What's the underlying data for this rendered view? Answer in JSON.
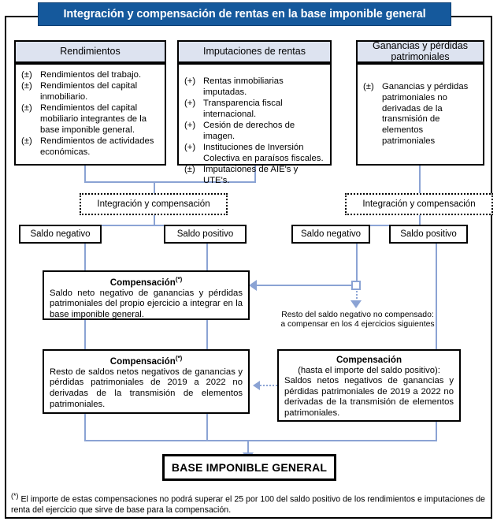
{
  "title": "Integración y compensación de rentas en la base imponible general",
  "colors": {
    "banner_bg": "#15599c",
    "banner_text": "#ffffff",
    "box_header_bg": "#dde3f0",
    "connector": "#8ba3d4",
    "border": "#000000"
  },
  "columns": [
    {
      "header": "Rendimientos",
      "items": [
        {
          "sign": "(±)",
          "text": "Rendimientos del trabajo."
        },
        {
          "sign": "(±)",
          "text": "Rendimientos del capital inmobiliario."
        },
        {
          "sign": "(±)",
          "text": "Rendimientos del capital mobiliario integrantes de la base imponible general."
        },
        {
          "sign": "(±)",
          "text": "Rendimientos de actividades económicas."
        }
      ]
    },
    {
      "header": "Imputaciones de rentas",
      "items": [
        {
          "sign": "(+)",
          "text": "Rentas inmobiliarias imputadas."
        },
        {
          "sign": "(+)",
          "text": "Transparencia fiscal internacional."
        },
        {
          "sign": "(+)",
          "text": "Cesión de derechos de imagen."
        },
        {
          "sign": "(+)",
          "text": "Instituciones de Inversión Colectiva en paraísos fiscales."
        },
        {
          "sign": "(±)",
          "text": "Imputaciones de AIE's y UTE's."
        }
      ]
    },
    {
      "header": "Ganancias y pérdidas patrimoniales",
      "items": [
        {
          "sign": "(±)",
          "text": "Ganancias y pérdidas patrimoniales no derivadas de la transmisión de elementos patrimoniales"
        }
      ]
    }
  ],
  "integracion_left": "Integración y compensación",
  "integracion_right": "Integración y compensación",
  "saldos": {
    "left_negative": "Saldo negativo",
    "left_positive": "Saldo positivo",
    "right_negative": "Saldo negativo",
    "right_positive": "Saldo positivo"
  },
  "compensacion_1": {
    "title": "Compensación",
    "mark": "(*)",
    "body": "Saldo neto negativo de ganancias y pérdidas patrimoniales del propio ejercicio a integrar en la base imponible general."
  },
  "compensacion_2": {
    "title": "Compensación",
    "mark": "(*)",
    "body": "Resto de saldos netos negativos de ganancias y pérdidas patrimoniales de 2019 a 2022 no derivadas de la transmisión de elementos patrimoniales."
  },
  "compensacion_3": {
    "title": "Compensación",
    "subtitle": "(hasta el importe del saldo positivo):",
    "body": "Saldos netos negativos de ganancias y pérdidas patrimoniales de 2019 a 2022 no derivadas de la transmisión de elementos patrimoniales."
  },
  "resto_note": "Resto del saldo negativo no compensado: a compensar en los 4 ejercicios siguientes",
  "final_box": "BASE IMPONIBLE GENERAL",
  "footnote": {
    "mark": "(*)",
    "text": "El importe de estas compensaciones no podrá superar el 25 por 100 del saldo positivo de los rendimientos e imputaciones de renta del ejercicio que sirve de base para la compensación."
  }
}
